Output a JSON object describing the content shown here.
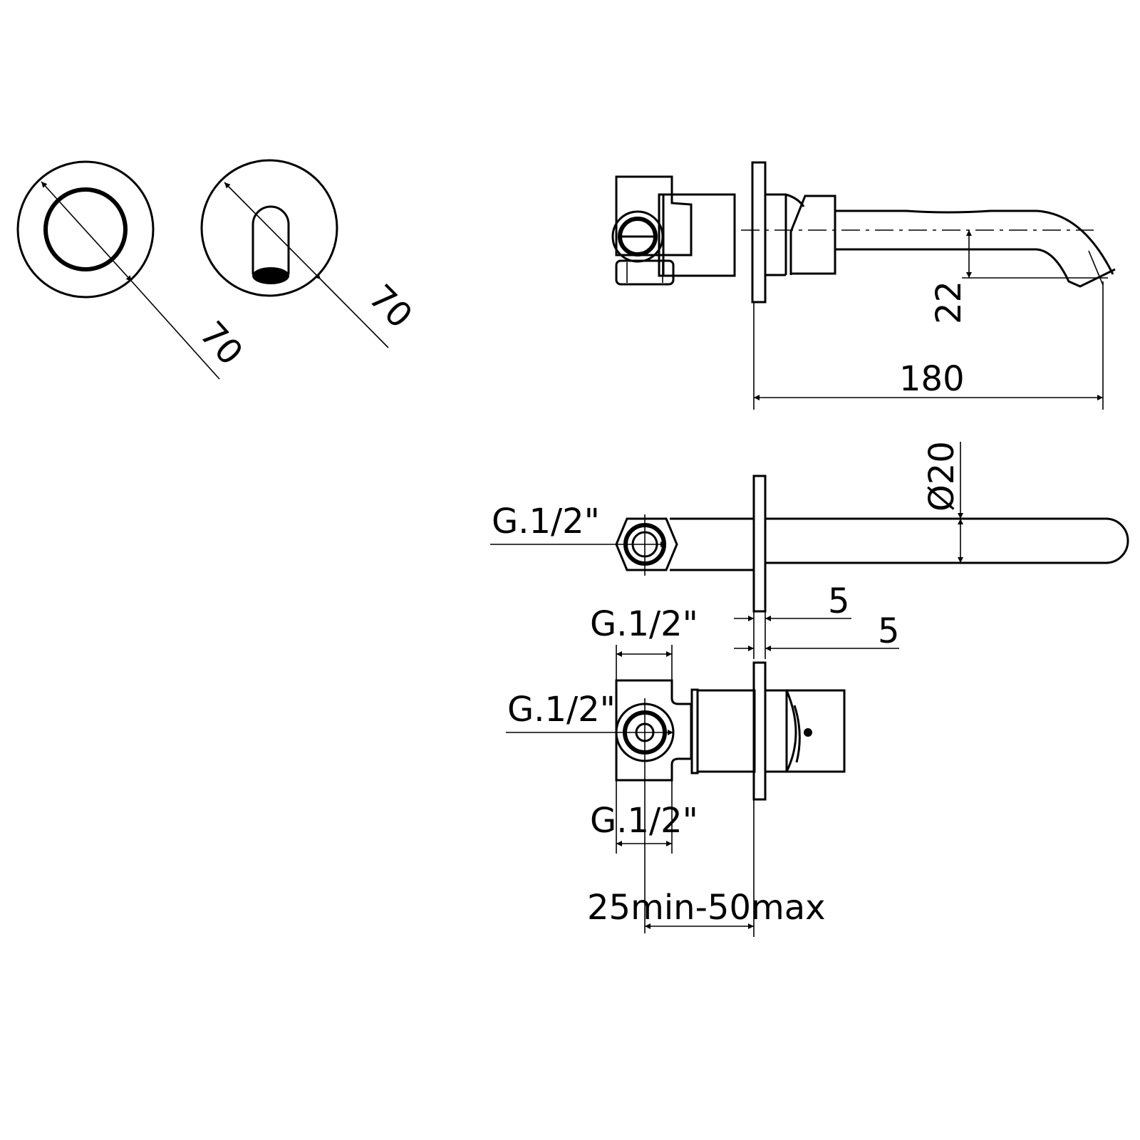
{
  "drawing": {
    "front_view_handle": {
      "diameter_label": "70"
    },
    "front_view_spout": {
      "diameter_label": "70"
    },
    "side_view": {
      "spout_height_label": "22",
      "projection_label": "180"
    },
    "top_view": {
      "spout_diameter_label": "Ø20",
      "inlet_label": "G.1/2\"",
      "plate_thickness_label_1": "5",
      "plate_thickness_label_2": "5"
    },
    "mixer_view": {
      "top_width_label": "G.1/2\"",
      "inlet_label": "G.1/2\"",
      "bottom_width_label": "G.1/2\"",
      "depth_range_label": "25min-50max"
    },
    "line_color": "#000000"
  }
}
